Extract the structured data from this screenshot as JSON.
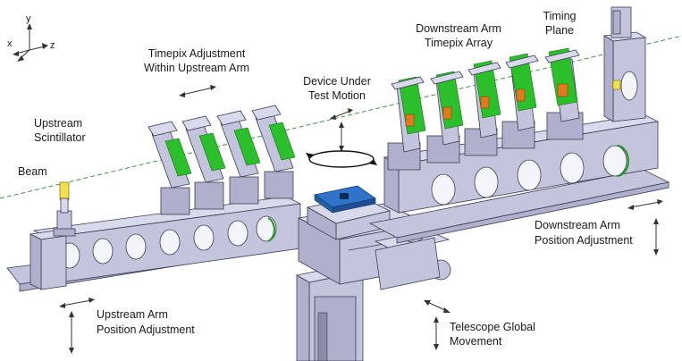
{
  "axes": {
    "x": "x",
    "y": "y",
    "z": "z"
  },
  "labels": {
    "timepix_adjustment": [
      "Timepix Adjustment",
      "Within Upstream Arm"
    ],
    "upstream_scintillator": [
      "Upstream",
      "Scintillator"
    ],
    "beam": "Beam",
    "device_under_test": [
      "Device Under",
      "Test  Motion"
    ],
    "downstream_arm_array": [
      "Downstream Arm",
      "Timepix Array"
    ],
    "timing_plane": [
      "Timing",
      "Plane"
    ],
    "downstream_position": [
      "Downstream Arm",
      "Position Adjustment"
    ],
    "upstream_position": [
      "Upstream Arm",
      "Position Adjustment"
    ],
    "telescope_movement": [
      "Telescope Global",
      "Movement"
    ]
  },
  "colors": {
    "sensor_board": "#2bbf2b",
    "chip": "#e07a1c",
    "dut_plate": "#2f74c8",
    "scintillator": "#f2e14a",
    "beam_line": "#2e8b2e",
    "metal": "#d9d9ec"
  }
}
